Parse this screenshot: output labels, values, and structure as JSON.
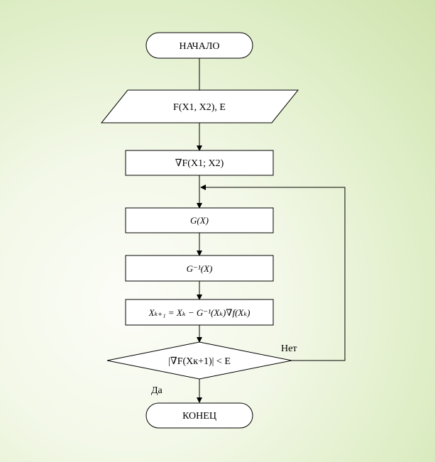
{
  "diagram": {
    "nodes": {
      "start": "НАЧАЛО",
      "input": "F(X1, X2), E",
      "gradient": "∇F(X1; X2)",
      "hessian": "G(X)",
      "inverse_hessian": "G⁻¹(X)",
      "update": "Xₖ₊₁ = Xₖ − G⁻¹(Xₖ)∇f(Xₖ)",
      "condition": "|∇F(Xк+1)| < E",
      "end": "КОНЕЦ"
    },
    "edge_labels": {
      "yes": "Да",
      "no": "Нет"
    },
    "colors": {
      "shape_fill": "#ffffff",
      "line": "#000000",
      "background": "#e4f0d0"
    }
  }
}
